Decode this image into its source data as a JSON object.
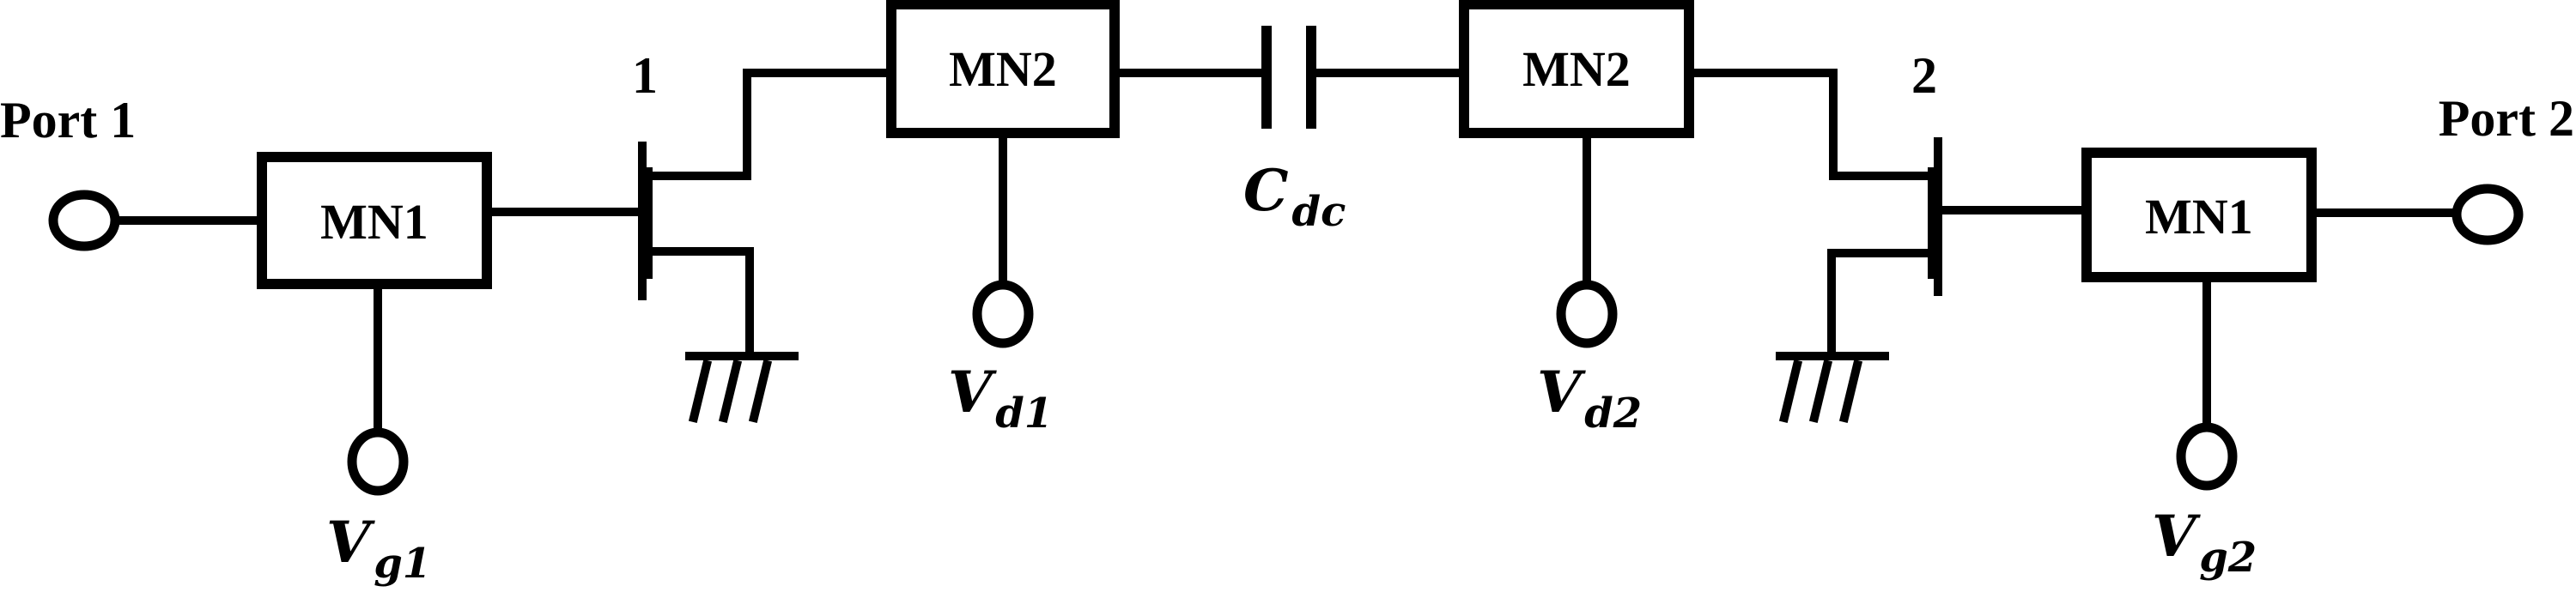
{
  "ports": {
    "port1": "Port 1",
    "port2": "Port 2"
  },
  "nodes": {
    "node1": "1",
    "node2": "2"
  },
  "blocks": {
    "mn1_left": "MN1",
    "mn2_left": "MN2",
    "mn2_right": "MN2",
    "mn1_right": "MN1"
  },
  "capacitor": {
    "symbol": "C",
    "subscript": "dc"
  },
  "bias": {
    "vg1": {
      "symbol": "V",
      "subscript": "g1"
    },
    "vd1": {
      "symbol": "V",
      "subscript": "d1"
    },
    "vd2": {
      "symbol": "V",
      "subscript": "d2"
    },
    "vg2": {
      "symbol": "V",
      "subscript": "g2"
    }
  }
}
